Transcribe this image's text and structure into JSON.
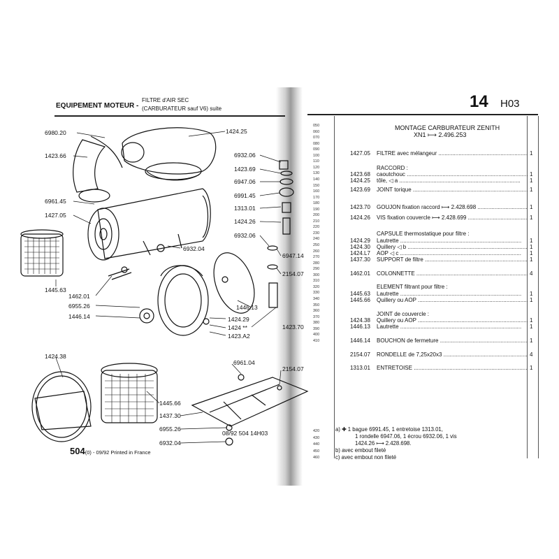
{
  "header_left": {
    "section": "EQUIPEMENT MOTEUR -",
    "sub1": "FILTRE d'AIR SEC",
    "sub2": "(CARBURATEUR sauf V6) suite"
  },
  "header_right": {
    "page_number": "14",
    "page_code": "H03"
  },
  "callouts": [
    {
      "id": "6980.20",
      "label": "6980.20"
    },
    {
      "id": "1423.66",
      "label": "1423.66"
    },
    {
      "id": "6961.45",
      "label": "6961.45"
    },
    {
      "id": "1427.05",
      "label": "1427.05"
    },
    {
      "id": "1445.63",
      "label": "1445.63"
    },
    {
      "id": "1462.01",
      "label": "1462.01"
    },
    {
      "id": "6955.26a",
      "label": "6955.26"
    },
    {
      "id": "1446.14",
      "label": "1446.14"
    },
    {
      "id": "1424.25",
      "label": "1424.25"
    },
    {
      "id": "6932.06",
      "label": "6932.06"
    },
    {
      "id": "1423.69",
      "label": "1423.69"
    },
    {
      "id": "6947.06",
      "label": "6947.06"
    },
    {
      "id": "6991.45",
      "label": "6991.45"
    },
    {
      "id": "1313.01",
      "label": "1313.01"
    },
    {
      "id": "1424.26",
      "label": "1424.26"
    },
    {
      "id": "6932.06b",
      "label": "6932.06"
    },
    {
      "id": "6947.14",
      "label": "6947.14"
    },
    {
      "id": "6932.04a",
      "label": "6932.04"
    },
    {
      "id": "2154.07a",
      "label": "2154.07"
    },
    {
      "id": "1446.13",
      "label": "1446.13"
    },
    {
      "id": "1423.70",
      "label": "1423.70"
    },
    {
      "id": "1424.29",
      "label": "1424.29"
    },
    {
      "id": "1424xx",
      "label": "1424 **"
    },
    {
      "id": "1423.A2",
      "label": "1423.A2"
    },
    {
      "id": "1424.38",
      "label": "1424.38"
    },
    {
      "id": "6961.04",
      "label": "6961.04"
    },
    {
      "id": "2154.07b",
      "label": "2154.07"
    },
    {
      "id": "1445.66",
      "label": "1445.66"
    },
    {
      "id": "1437.30",
      "label": "1437.30"
    },
    {
      "id": "6955.26b",
      "label": "6955.26"
    },
    {
      "id": "6932.04b",
      "label": "6932.04"
    }
  ],
  "drawing_ref": "08/92  504  14H03",
  "footer_left": {
    "number": "504",
    "code": "(0)",
    "text": " - 09/92 Printed in France"
  },
  "right_title": {
    "line1": "MONTAGE CARBURATEUR ZENITH",
    "line2": "XN1 ⟼  2.496.253"
  },
  "line_numbers": [
    "050",
    "060",
    "070",
    "080",
    "090",
    "100",
    "110",
    "120",
    "130",
    "140",
    "150",
    "160",
    "170",
    "180",
    "190",
    "200",
    "210",
    "220",
    "230",
    "240",
    "250",
    "260",
    "270",
    "280",
    "290",
    "300",
    "310",
    "320",
    "330",
    "340",
    "350",
    "360",
    "370",
    "380",
    "390",
    "400",
    "410",
    "420",
    "430",
    "440",
    "450",
    "460"
  ],
  "rows": [
    {
      "ref": "1427.05",
      "desc": "FILTRE avec mélangeur",
      "qty": "1",
      "head": false
    },
    {
      "ref": "",
      "desc": "RACCORD :",
      "qty": "",
      "head": true
    },
    {
      "ref": "1423.68",
      "desc": "caoutchouc",
      "qty": "1",
      "head": false
    },
    {
      "ref": "1424.25",
      "desc": "tôle,  ◁ a",
      "qty": "1",
      "head": false
    },
    {
      "ref": "1423.69",
      "desc": "JOINT torique",
      "qty": "1",
      "head": false
    },
    {
      "ref": "1423.70",
      "desc": "GOUJON fixation raccord ⟼ 2.428.698",
      "qty": "1",
      "head": false
    },
    {
      "ref": "1424.26",
      "desc": "VIS fixation couvercle ⟼ 2.428.699",
      "qty": "1",
      "head": false
    },
    {
      "ref": "",
      "desc": "CAPSULE thermostatique pour filtre :",
      "qty": "",
      "head": true
    },
    {
      "ref": "1424.29",
      "desc": "Lautrette",
      "qty": "1",
      "head": false
    },
    {
      "ref": "1424.30",
      "desc": "Quillery ◁ b",
      "qty": "1",
      "head": false
    },
    {
      "ref": "1424.L7",
      "desc": "AOP ◁ c",
      "qty": "1",
      "head": false
    },
    {
      "ref": "1437.30",
      "desc": "SUPPORT de filtre",
      "qty": "1",
      "head": false
    },
    {
      "ref": "1462.01",
      "desc": "COLONNETTE",
      "qty": "4",
      "head": false
    },
    {
      "ref": "",
      "desc": "ELEMENT filtrant pour filtre :",
      "qty": "",
      "head": true
    },
    {
      "ref": "1445.63",
      "desc": "Lautrette",
      "qty": "1",
      "head": false
    },
    {
      "ref": "1445.66",
      "desc": "Quillery ou AOP",
      "qty": "1",
      "head": false
    },
    {
      "ref": "",
      "desc": "JOINT de couvercle :",
      "qty": "",
      "head": true
    },
    {
      "ref": "1424.38",
      "desc": "Quillery ou AOP",
      "qty": "1",
      "head": false
    },
    {
      "ref": "1446.13",
      "desc": "Lautrette",
      "qty": "1",
      "head": false
    },
    {
      "ref": "1446.14",
      "desc": "BOUCHON de fermeture",
      "qty": "1",
      "head": false
    },
    {
      "ref": "2154.07",
      "desc": "RONDELLE de 7,25x20x3",
      "qty": "4",
      "head": false
    },
    {
      "ref": "1313.01",
      "desc": "ENTRETOISE",
      "qty": "1",
      "head": false
    }
  ],
  "notes": {
    "a1": "a)  ✚  1 bague 6991.45, 1 entretoise 1313.01,",
    "a2": "1 rondelle 6947.06, 1 écrou 6932.06, 1 vis",
    "a3": "1424.26 ⟼ 2.428.698.",
    "b": "b) avec embout fileté",
    "c": "c) avec embout non fileté"
  }
}
